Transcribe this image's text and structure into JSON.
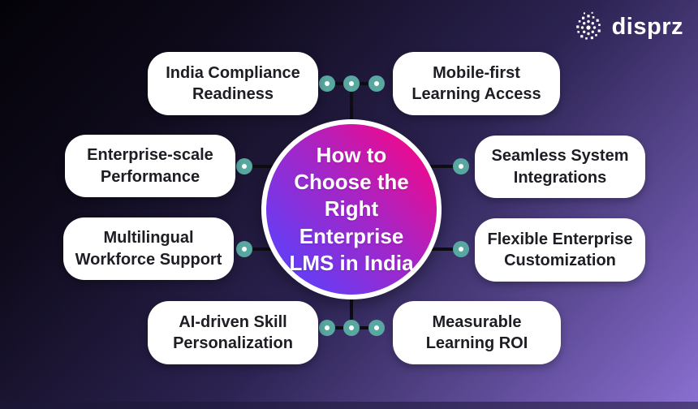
{
  "logo": {
    "text": "disprz",
    "icon": "disprz-dots-burst"
  },
  "center": {
    "lines": [
      "How to",
      "Choose the",
      "Right",
      "Enterprise",
      "LMS in India"
    ]
  },
  "nodes": [
    {
      "line1": "India Compliance",
      "line2": "Readiness"
    },
    {
      "line1": "Mobile-first",
      "line2": "Learning Access"
    },
    {
      "line1": "Enterprise-scale",
      "line2": "Performance"
    },
    {
      "line1": "Seamless System",
      "line2": "Integrations"
    },
    {
      "line1": "Multilingual",
      "line2": "Workforce Support"
    },
    {
      "line1": "Flexible Enterprise",
      "line2": "Customization"
    },
    {
      "line1": "AI-driven Skill",
      "line2": "Personalization"
    },
    {
      "line1": "Measurable",
      "line2": "Learning ROI"
    }
  ],
  "colors": {
    "background_start": "#040208",
    "background_end": "#8b70d2",
    "bottom_bar": "#1d1838",
    "circle_gradient_start": "#6a3bf0",
    "circle_gradient_end": "#ee0a8e",
    "connector_line": "#0e0d14",
    "connector_dot": "#58a7a0",
    "connector_dot_center": "#ffffff",
    "box_background": "#ffffff",
    "box_text": "#1d1d24",
    "center_text": "#ffffff",
    "logo_text": "#ffffff"
  }
}
